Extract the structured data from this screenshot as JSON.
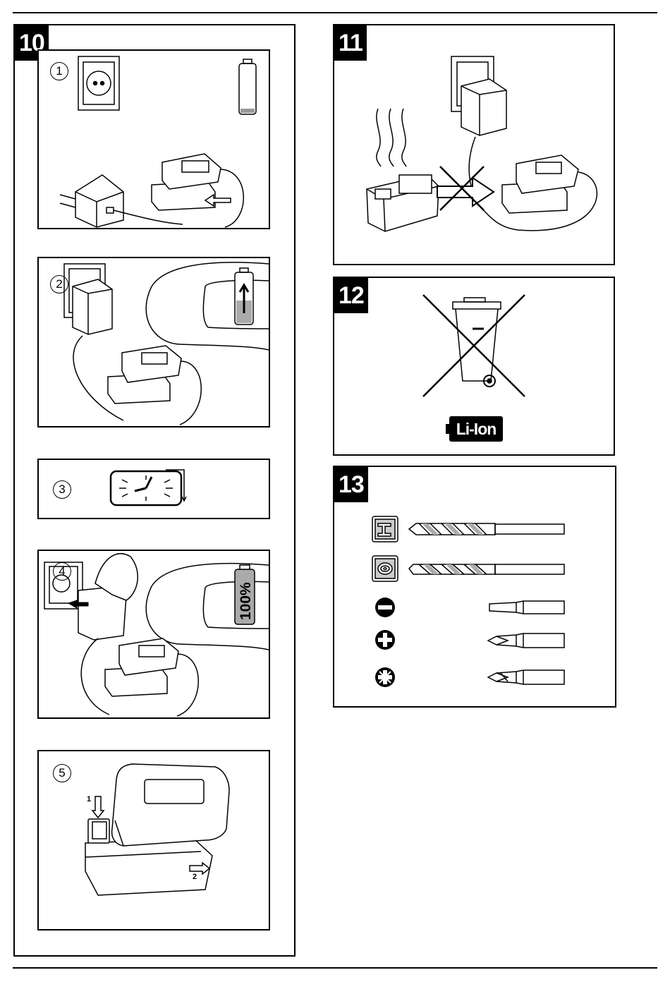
{
  "figures": {
    "fig10": {
      "label": "10",
      "steps": [
        {
          "num": "1"
        },
        {
          "num": "2"
        },
        {
          "num": "3"
        },
        {
          "num": "4",
          "battery_text": "100%"
        },
        {
          "num": "5",
          "arrow_1": "1",
          "arrow_2": "2"
        }
      ]
    },
    "fig11": {
      "label": "11"
    },
    "fig12": {
      "label": "12",
      "battery_type": "Li-Ion"
    },
    "fig13": {
      "label": "13"
    }
  },
  "icons": {
    "socket": "wall-socket-icon",
    "battery": "battery-icon",
    "charger": "charger-icon",
    "clock": "clock-icon",
    "bin": "crossed-out-wheelie-bin-icon",
    "slotted": "slotted-screwdriver-icon",
    "phillips": "phillips-screwdriver-icon",
    "pozidriv": "pozidriv-screwdriver-icon",
    "metal": "metal-material-icon",
    "wood": "wood-material-icon"
  }
}
